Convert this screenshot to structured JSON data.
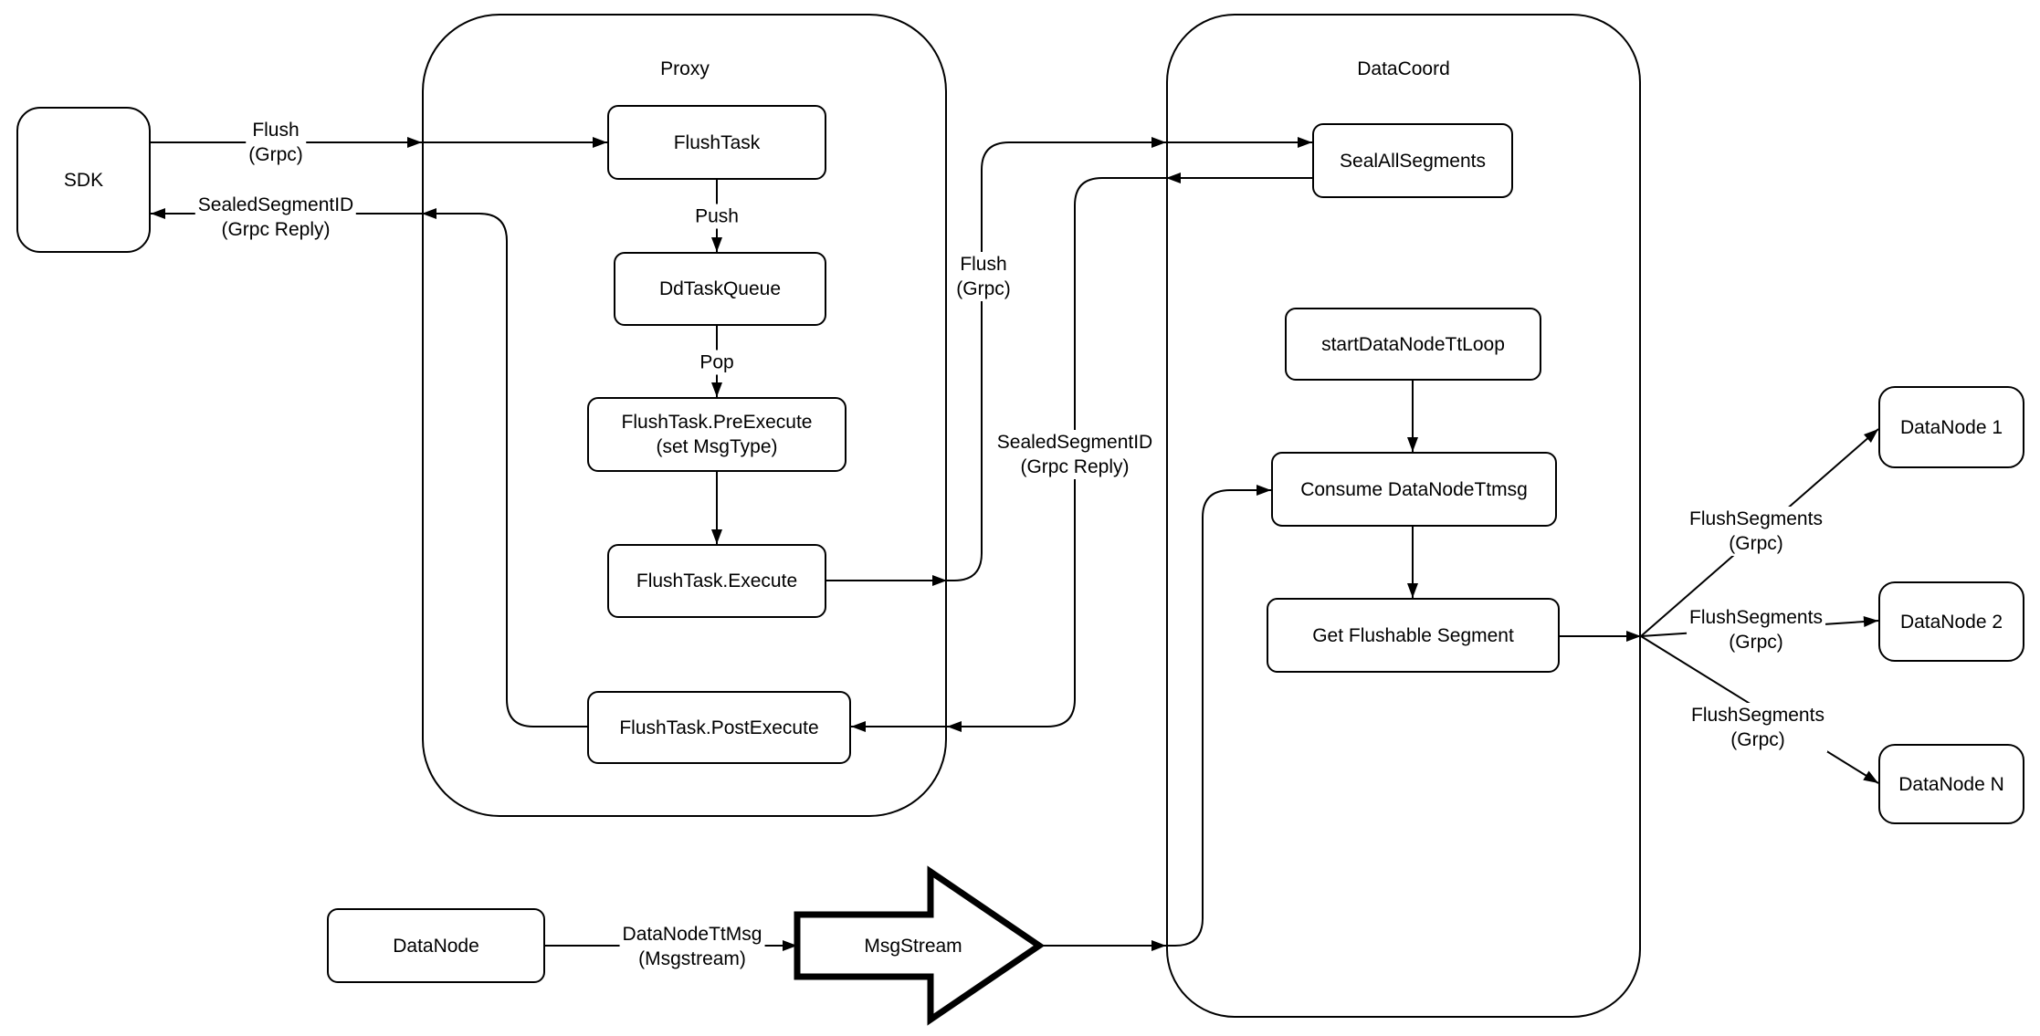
{
  "diagram": {
    "colors": {
      "stroke": "#000000",
      "node_fill": "#ffffff",
      "background": "#ffffff"
    },
    "containers": {
      "proxy": {
        "label": "Proxy"
      },
      "datacoord": {
        "label": "DataCoord"
      }
    },
    "nodes": {
      "sdk": "SDK",
      "flush_task": "FlushTask",
      "dd_task_queue": "DdTaskQueue",
      "pre_execute": "FlushTask.PreExecute\n(set MsgType)",
      "execute": "FlushTask.Execute",
      "post_execute": "FlushTask.PostExecute",
      "seal_all_segments": "SealAllSegments",
      "start_tt_loop": "startDataNodeTtLoop",
      "consume_ttmsg": "Consume DataNodeTtmsg",
      "get_flushable": "Get Flushable Segment",
      "datanode_1": "DataNode 1",
      "datanode_2": "DataNode 2",
      "datanode_n": "DataNode N",
      "datanode": "DataNode",
      "msgstream": "MsgStream"
    },
    "edge_labels": {
      "flush_sdk": "Flush\n(Grpc)",
      "sealed_sdk": "SealedSegmentID\n(Grpc Reply)",
      "push": "Push",
      "pop": "Pop",
      "flush_mid": "Flush\n(Grpc)",
      "sealed_mid": "SealedSegmentID\n(Grpc Reply)",
      "flush_segments_1": "FlushSegments\n(Grpc)",
      "flush_segments_2": "FlushSegments\n(Grpc)",
      "flush_segments_3": "FlushSegments\n(Grpc)",
      "datanode_tt_msg": "DataNodeTtMsg\n(Msgstream)"
    }
  }
}
